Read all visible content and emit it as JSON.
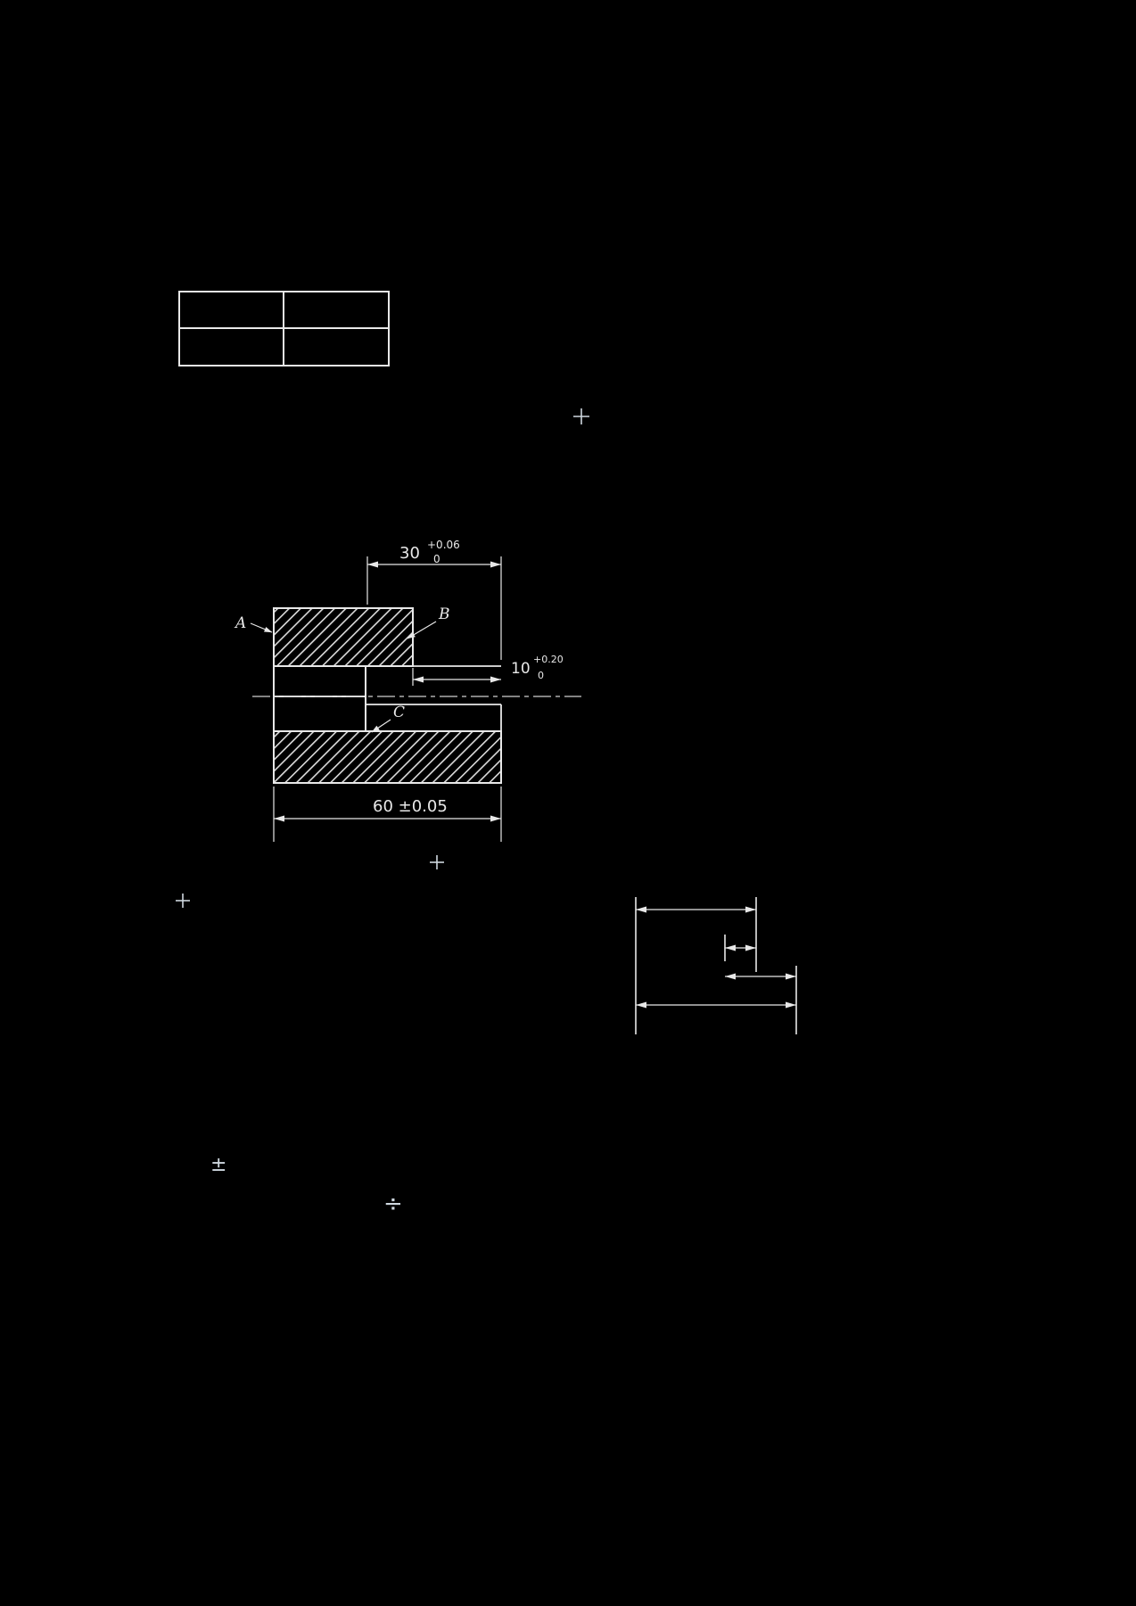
{
  "page": {
    "background": "#000000",
    "line_color": "#e8e8e8",
    "hatch_color": "#dcdcdc",
    "mark_color": "#cfd8e0"
  },
  "title_table": {
    "rows": 2,
    "cols": 2,
    "cells": [
      "",
      "",
      "",
      ""
    ]
  },
  "drawing": {
    "labels": {
      "a": "A",
      "b": "B",
      "c": "C"
    },
    "dim_top": {
      "value": "30",
      "tol_upper": "+0.06",
      "tol_lower": "0"
    },
    "dim_right": {
      "value": "10",
      "tol_upper": "+0.20",
      "tol_lower": "0"
    },
    "dim_bottom": {
      "text": "60 ±0.05"
    }
  },
  "marks": {
    "plus_minus": "±",
    "divide": "÷"
  }
}
